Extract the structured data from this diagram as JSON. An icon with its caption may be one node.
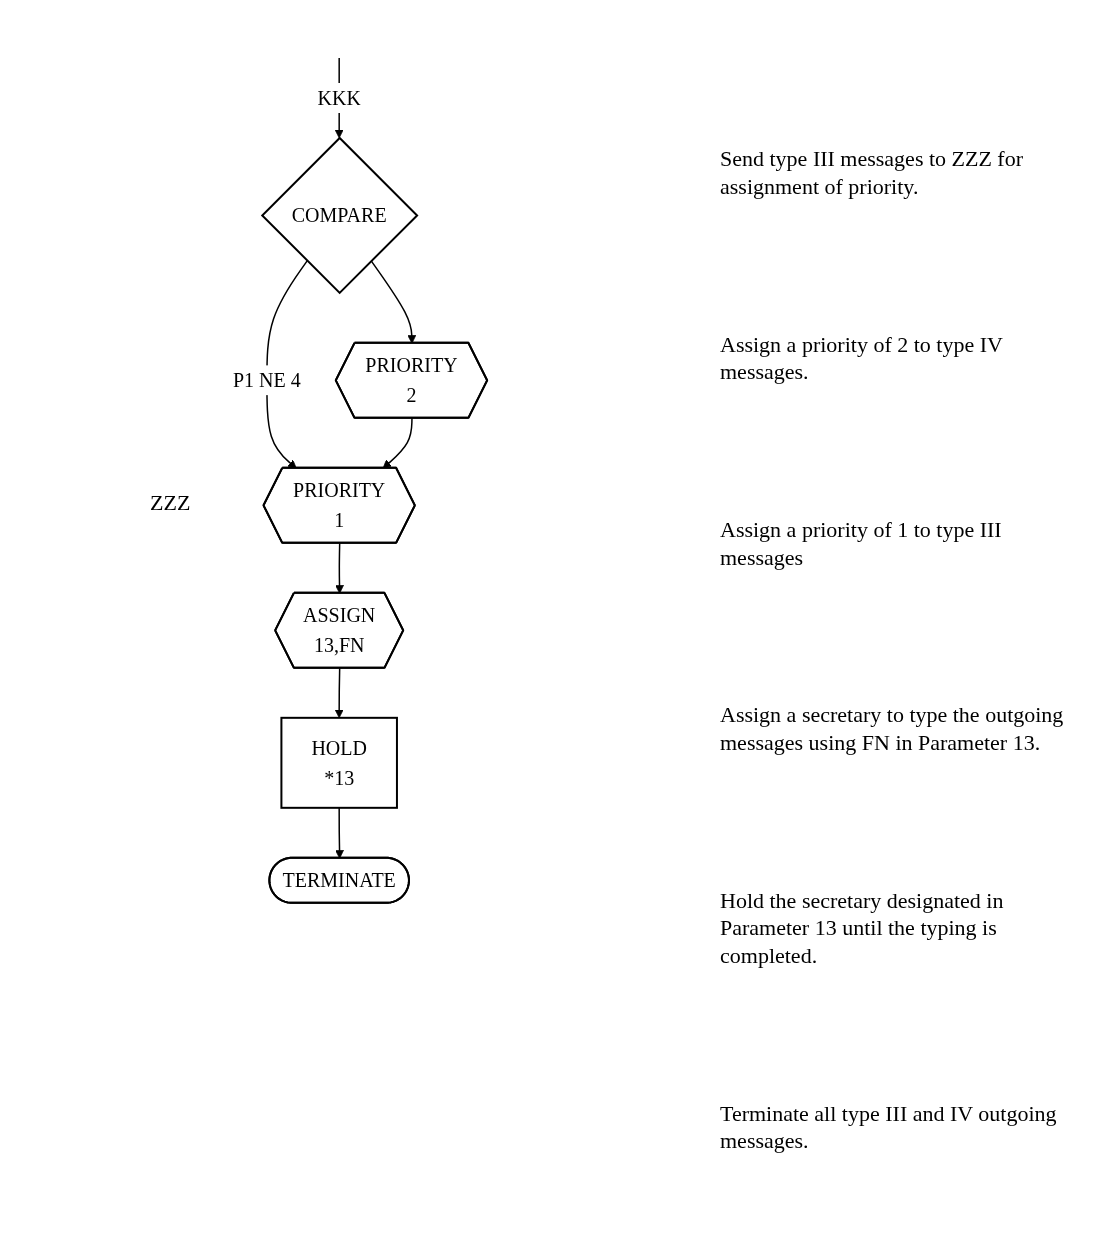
{
  "diagram": {
    "nodes": [
      {
        "text": [
          "COMPARE"
        ]
      },
      {
        "text": [
          "PRIORITY",
          "2"
        ]
      },
      {
        "text": [
          "PRIORITY",
          "1"
        ]
      },
      {
        "text": [
          "ASSIGN",
          "13,FN"
        ]
      },
      {
        "text": [
          "HOLD",
          "*13"
        ]
      },
      {
        "text": [
          "TERMINATE"
        ]
      }
    ],
    "edges": [
      {
        "from": null,
        "to": 0,
        "arrow": "to",
        "label": "KKK"
      },
      {
        "from": 0,
        "to": 1,
        "arrow": "to"
      },
      {
        "from": 0,
        "to": 2,
        "arrow": "to",
        "label": "P1 NE 4"
      },
      {
        "from": 1,
        "to": 2,
        "arrow": "to"
      },
      {
        "from": 2,
        "to": 3,
        "arrow": "to"
      },
      {
        "from": 3,
        "to": 4,
        "arrow": "to"
      },
      {
        "from": 4,
        "to": 5,
        "arrow": "to"
      }
    ],
    "labels": [
      "Send type III messages to ZZZ for assignment of priority.",
      "Assign a priority of 2 to type IV messages.",
      "ZZZ",
      "Assign a priority of 1 to type III messages",
      "Assign a secretary to type the outgoing messages using FN in Parameter 13.",
      "Hold the secretary designated in Parameter 13 until the typing is completed.",
      "Terminate all type III and IV outgoing messages."
    ]
  }
}
